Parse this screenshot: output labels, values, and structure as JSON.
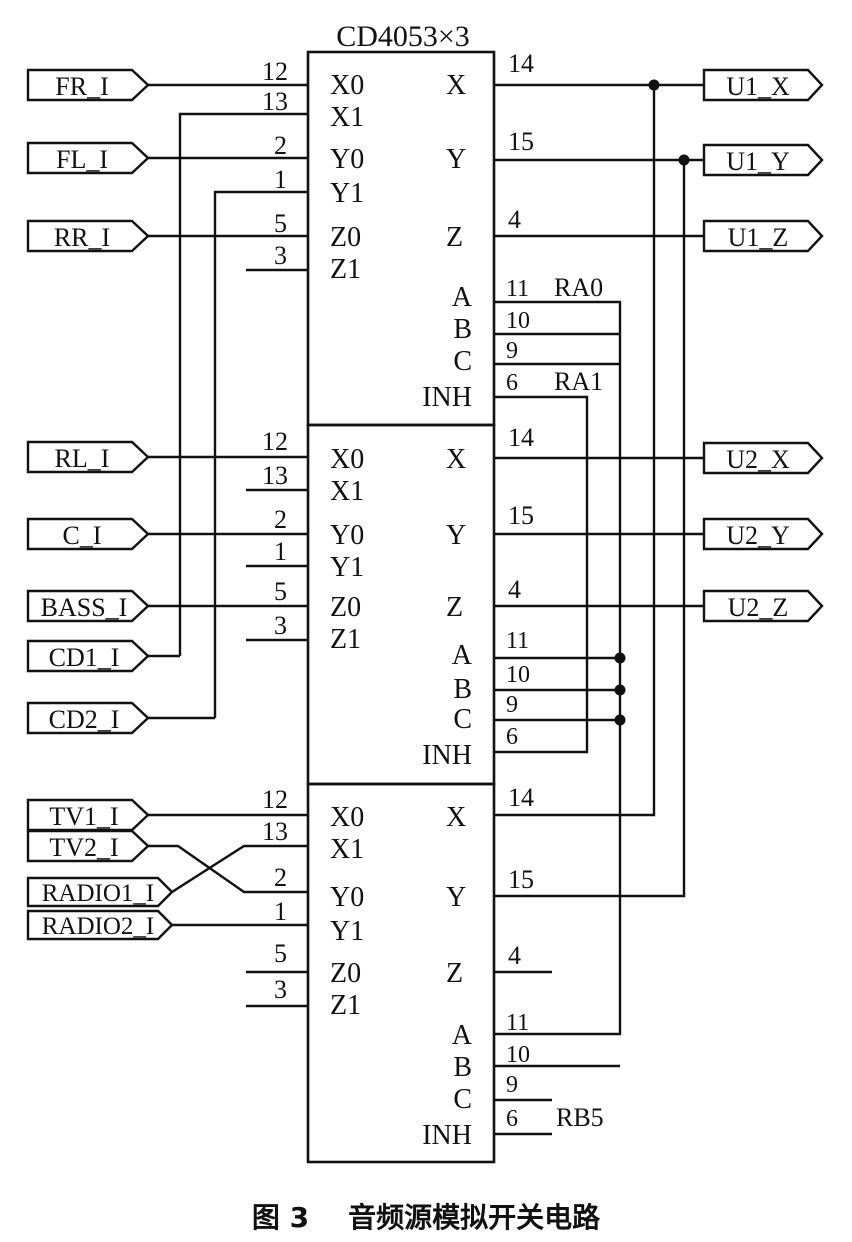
{
  "title": "CD4053×3",
  "caption": "图 3    音频源模拟开关电路",
  "chips": [
    {
      "left_pins": [
        {
          "num": "12",
          "name": "X0",
          "port": "FR_I"
        },
        {
          "num": "13",
          "name": "X1",
          "port": ""
        },
        {
          "num": "2",
          "name": "Y0",
          "port": "FL_I"
        },
        {
          "num": "1",
          "name": "Y1",
          "port": ""
        },
        {
          "num": "5",
          "name": "Z0",
          "port": "RR_I"
        },
        {
          "num": "3",
          "name": "Z1",
          "port": ""
        }
      ],
      "right_outputs": [
        {
          "num": "14",
          "name": "X",
          "port": "U1_X"
        },
        {
          "num": "15",
          "name": "Y",
          "port": "U1_Y"
        },
        {
          "num": "4",
          "name": "Z",
          "port": "U1_Z"
        }
      ],
      "control_pins": [
        {
          "num": "11",
          "name": "A",
          "net": "RA0"
        },
        {
          "num": "10",
          "name": "B",
          "net": ""
        },
        {
          "num": "9",
          "name": "C",
          "net": ""
        },
        {
          "num": "6",
          "name": "INH",
          "net": "RA1"
        }
      ]
    },
    {
      "left_pins": [
        {
          "num": "12",
          "name": "X0",
          "port": "RL_I"
        },
        {
          "num": "13",
          "name": "X1",
          "port": ""
        },
        {
          "num": "2",
          "name": "Y0",
          "port": "C_I"
        },
        {
          "num": "1",
          "name": "Y1",
          "port": ""
        },
        {
          "num": "5",
          "name": "Z0",
          "port": "BASS_I"
        },
        {
          "num": "3",
          "name": "Z1",
          "port": ""
        }
      ],
      "right_outputs": [
        {
          "num": "14",
          "name": "X",
          "port": "U2_X"
        },
        {
          "num": "15",
          "name": "Y",
          "port": "U2_Y"
        },
        {
          "num": "4",
          "name": "Z",
          "port": "U2_Z"
        }
      ],
      "control_pins": [
        {
          "num": "11",
          "name": "A",
          "net": ""
        },
        {
          "num": "10",
          "name": "B",
          "net": ""
        },
        {
          "num": "9",
          "name": "C",
          "net": ""
        },
        {
          "num": "6",
          "name": "INH",
          "net": ""
        }
      ]
    },
    {
      "left_pins": [
        {
          "num": "12",
          "name": "X0",
          "port": "TV1_I"
        },
        {
          "num": "13",
          "name": "X1",
          "port": ""
        },
        {
          "num": "2",
          "name": "Y0",
          "port": ""
        },
        {
          "num": "1",
          "name": "Y1",
          "port": ""
        },
        {
          "num": "5",
          "name": "Z0",
          "port": ""
        },
        {
          "num": "3",
          "name": "Z1",
          "port": ""
        }
      ],
      "right_outputs": [
        {
          "num": "14",
          "name": "X",
          "port": ""
        },
        {
          "num": "15",
          "name": "Y",
          "port": ""
        },
        {
          "num": "4",
          "name": "Z",
          "port": ""
        }
      ],
      "control_pins": [
        {
          "num": "11",
          "name": "A",
          "net": ""
        },
        {
          "num": "10",
          "name": "B",
          "net": ""
        },
        {
          "num": "9",
          "name": "C",
          "net": ""
        },
        {
          "num": "6",
          "name": "INH",
          "net": "RB5"
        }
      ]
    }
  ],
  "extra_inputs": [
    "CD1_I",
    "CD2_I",
    "TV2_I",
    "RADIO1_I",
    "RADIO2_I"
  ]
}
